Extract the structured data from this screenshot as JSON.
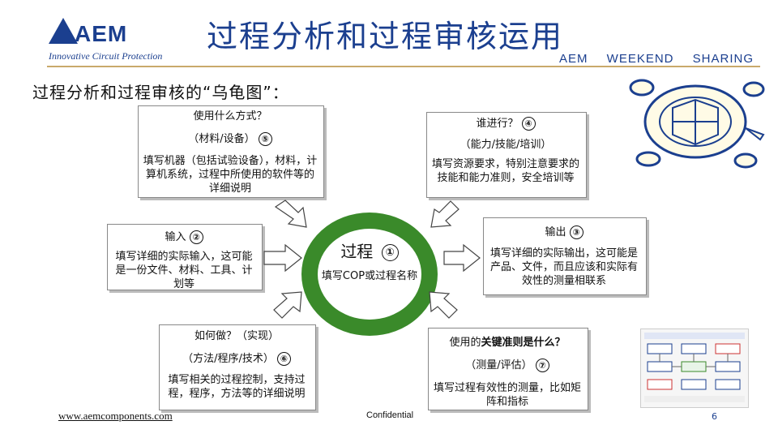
{
  "header": {
    "logo_text": "AEM",
    "tagline": "Innovative Circuit Protection",
    "title": "过程分析和过程审核运用",
    "brand": "AEM WEEKEND SHARING"
  },
  "subtitle": "过程分析和过程审核的“乌龟图”：",
  "boxes": {
    "method": {
      "head": "使用什么方式？",
      "sub": "（材料/设备）",
      "num": "⑤",
      "body": "填写机器（包括试验设备），材料，计算机系统，过程中所使用的软件等的详细说明"
    },
    "who": {
      "head": "谁进行？",
      "num": "④",
      "sub": "（能力/技能/培训）",
      "body": "填写资源要求，特别注意要求的技能和能力准则，安全培训等"
    },
    "input": {
      "head": "输入",
      "num": "②",
      "body": "填写详细的实际输入，这可能是一份文件、材料、工具、计划等"
    },
    "output": {
      "head": "输出",
      "num": "③",
      "body": "填写详细的实际输出，这可能是产品、文件，而且应该和实际有效性的测量相联系"
    },
    "how": {
      "head": "如何做？（实现）",
      "sub": "（方法/程序/技术）",
      "num": "⑥",
      "body": "填写相关的过程控制，支持过程，程序，方法等的详细说明"
    },
    "criteria": {
      "head_pre": "使用的",
      "head_bold": "关键准则是什么？",
      "sub": "（测量/评估）",
      "num": "⑦",
      "body": "填写过程有效性的测量，比如矩阵和指标"
    }
  },
  "core": {
    "label": "过程",
    "num": "①",
    "sub": "填写COP或过程名称"
  },
  "footer": {
    "url": "www.aemcomponents.com",
    "confidential": "Confidential",
    "page": "6"
  },
  "colors": {
    "brand_blue": "#1b3f8f",
    "core_green": "#3a8a2a",
    "rule_gold": "#c9a96b"
  }
}
